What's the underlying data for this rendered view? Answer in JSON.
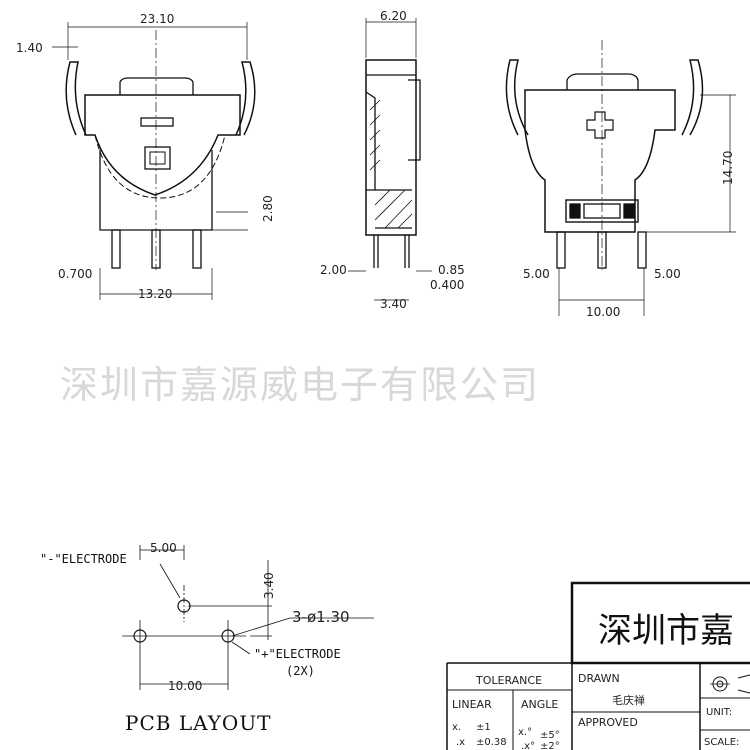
{
  "drawing": {
    "front_view": {
      "width_dim": "23.10",
      "left_offset_dim": "1.40",
      "pin_drop_dim": "2.80",
      "pin_width_dim": "0.700",
      "pin_span_dim": "13.20"
    },
    "side_view": {
      "top_dim": "6.20",
      "left_dim": "2.00",
      "right_dim": "0.85",
      "pin_thk_dim": "0.400",
      "bottom_dim": "3.40"
    },
    "back_view": {
      "height_dim": "14.70",
      "left_pitch": "5.00",
      "right_pitch": "5.00",
      "span_dim": "10.00"
    },
    "watermark": "深圳市嘉源威电子有限公司",
    "pcb_layout": {
      "neg_electrode": "\"-\"ELECTRODE",
      "top_dim": "5.00",
      "vert_dim": "3.40",
      "hole_callout": "3-ø1.30",
      "bottom_dim": "10.00",
      "pos_electrode": "\"+\"ELECTRODE",
      "count_note": "(2X)",
      "title": "PCB LAYOUT"
    },
    "title_block": {
      "company": "深圳市嘉",
      "tolerance": "TOLERANCE",
      "linear": "LINEAR",
      "angle": "ANGLE",
      "lin_1": "x.",
      "lin_1v": "±1",
      "lin_2": ".x",
      "lin_2v": "±0.38",
      "ang_1": "x.°",
      "ang_1v": "±5°",
      "ang_2": ".x°",
      "ang_2v": "±2°",
      "drawn": "DRAWN",
      "drawn_name": "毛庆禅",
      "approved": "APPROVED",
      "unit": "UNIT:",
      "scale": "SCALE:"
    }
  }
}
